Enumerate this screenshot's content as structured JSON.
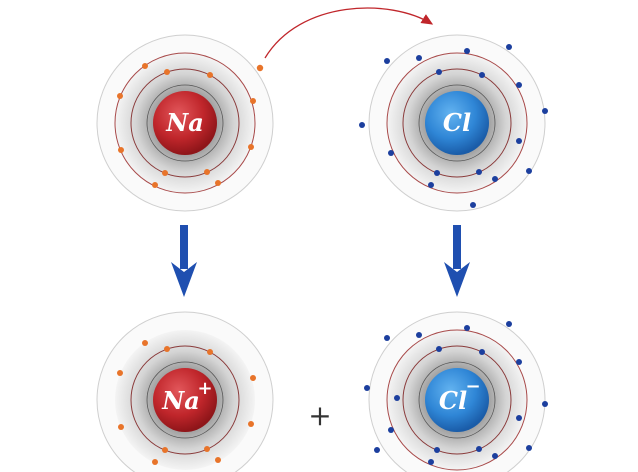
{
  "diagram": {
    "atoms": {
      "na": {
        "symbol": "Na",
        "charge": ""
      },
      "cl": {
        "symbol": "Cl",
        "charge": ""
      },
      "na_ion": {
        "symbol": "Na",
        "charge": "+"
      },
      "cl_ion": {
        "symbol": "Cl",
        "charge": "−"
      }
    },
    "plus_sign": "+",
    "colors": {
      "sodium_nucleus": "#c0262b",
      "chlorine_nucleus": "#2f86d6",
      "sodium_electron": "#e8742a",
      "chlorine_electron": "#1c3f9e",
      "shell_line": "#a84a4a",
      "arrow": "#1f4fb0",
      "transfer_arrow": "#c0262b"
    }
  }
}
